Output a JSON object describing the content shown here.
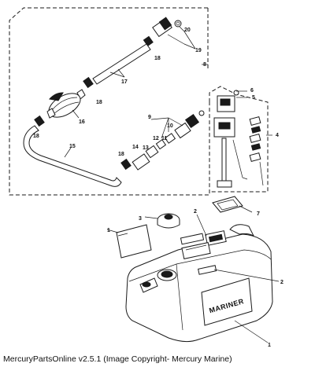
{
  "caption": "MercuryPartsOnline v2.5.1 (Image Copyright- Mercury Marine)",
  "tank_label": "MARINER",
  "callouts": {
    "c1a": "1",
    "c1b": "1",
    "c2a": "2",
    "c2b": "2",
    "c3": "3",
    "c4": "4",
    "c5": "5",
    "c6": "6",
    "c7": "7",
    "c8": "8",
    "c9": "9",
    "c10": "10",
    "c11": "11",
    "c12": "12",
    "c13": "13",
    "c14": "14",
    "c15": "15",
    "c16": "16",
    "c17": "17",
    "c18a": "18",
    "c18b": "18",
    "c18c": "18",
    "c18d": "18",
    "c19": "19",
    "c20": "20"
  }
}
